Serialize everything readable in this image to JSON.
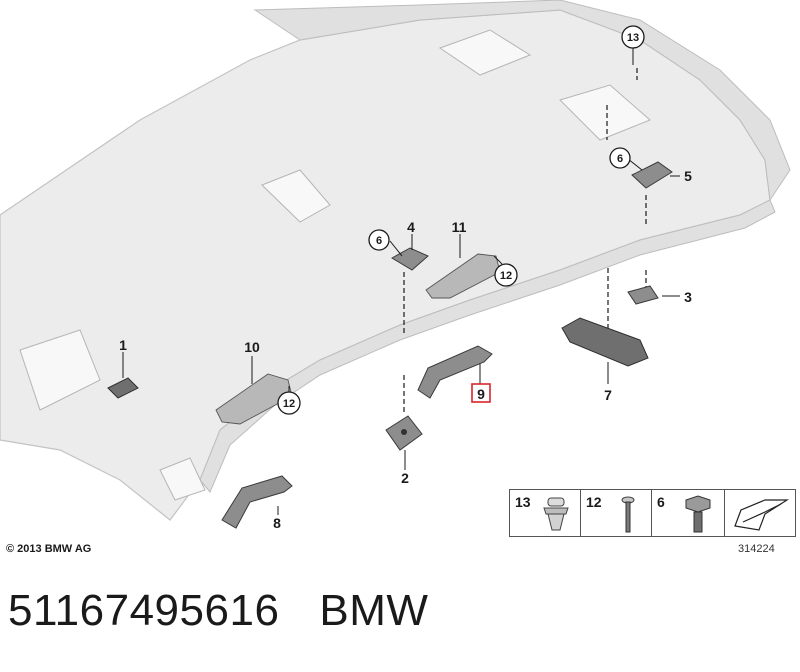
{
  "diagram": {
    "callouts": [
      {
        "id": "c1",
        "label": "1"
      },
      {
        "id": "c2",
        "label": "2"
      },
      {
        "id": "c3",
        "label": "3"
      },
      {
        "id": "c4",
        "label": "4"
      },
      {
        "id": "c5",
        "label": "5"
      },
      {
        "id": "c6a",
        "label": "6"
      },
      {
        "id": "c6b",
        "label": "6"
      },
      {
        "id": "c7",
        "label": "7"
      },
      {
        "id": "c8",
        "label": "8"
      },
      {
        "id": "c9",
        "label": "9"
      },
      {
        "id": "c10",
        "label": "10"
      },
      {
        "id": "c11",
        "label": "11"
      },
      {
        "id": "c12a",
        "label": "12"
      },
      {
        "id": "c12b",
        "label": "12"
      },
      {
        "id": "c13",
        "label": "13"
      }
    ],
    "highlight_label": "9",
    "highlight_color": "#d9262c"
  },
  "legend": {
    "items": [
      {
        "label": "13"
      },
      {
        "label": "12"
      },
      {
        "label": "6"
      }
    ]
  },
  "footer": {
    "copyright": "© 2013 BMW AG",
    "reference_id": "314224",
    "part_number": "51167495616",
    "brand": "BMW"
  }
}
